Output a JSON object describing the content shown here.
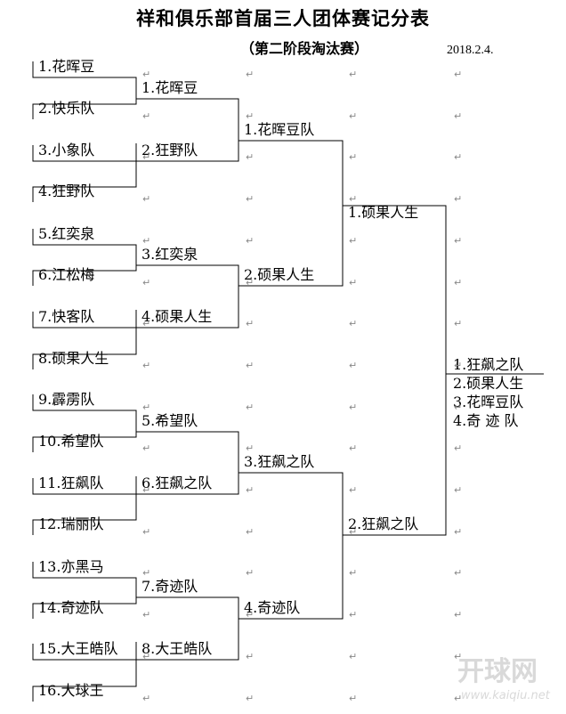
{
  "header": {
    "title": "祥和俱乐部首届三人团体赛记分表",
    "subtitle": "（第二阶段淘汰赛）",
    "date": "2018.2.4."
  },
  "round1": [
    "1.花晖豆",
    "2.快乐队",
    "3.小象队",
    "4.狂野队",
    "5.红奕泉",
    "6.江松梅",
    "7.快客队",
    "8.硕果人生",
    "9.霹雳队",
    "10.希望队",
    "11.狂飙队",
    "12.瑞丽队",
    "13.亦黑马",
    "14.奇迹队",
    "15.大王皓队",
    "16.大球王"
  ],
  "round2": [
    "1.花晖豆",
    "2.狂野队",
    "3.红奕泉",
    "4.硕果人生",
    "5.希望队",
    "6.狂飙之队",
    "7.奇迹队",
    "8.大王皓队"
  ],
  "round3": [
    "1.花晖豆队",
    "2.硕果人生",
    "3.狂飙之队",
    "4.奇迹队"
  ],
  "round4": [
    "1.硕果人生",
    "2.狂飙之队"
  ],
  "final_ranking": [
    "1.狂飙之队",
    "2.硕果人生",
    "3.花晖豆队",
    "4.奇 迹 队"
  ],
  "paragraph_mark": "↵",
  "watermark": {
    "logo": "开球网",
    "url": "www.kaiqiu.net"
  }
}
